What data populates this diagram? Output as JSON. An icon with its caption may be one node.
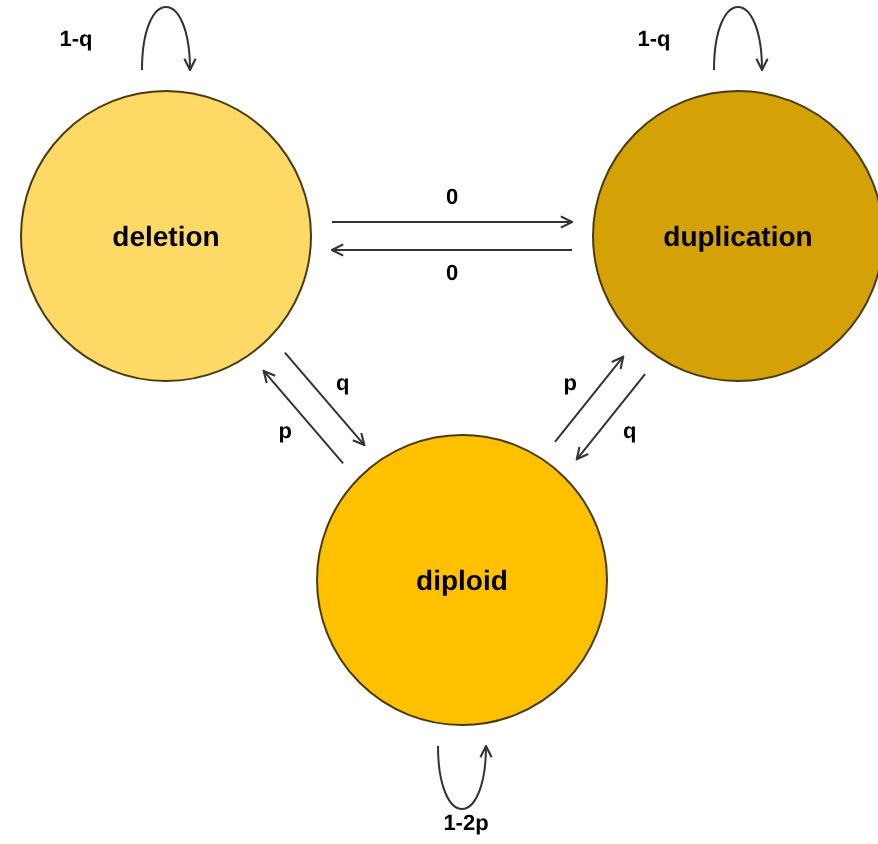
{
  "diagram": {
    "nodes": [
      {
        "text": [
          "deletion"
        ]
      },
      {
        "text": [
          "duplication"
        ]
      },
      {
        "text": [
          "diploid"
        ]
      }
    ],
    "edges": [
      {
        "from": 0,
        "to": 0,
        "arrow": "to",
        "label": "1-q"
      },
      {
        "from": 1,
        "to": 1,
        "arrow": "to",
        "label": "1-q"
      },
      {
        "from": 0,
        "to": 1,
        "arrow": "to",
        "label": "0"
      },
      {
        "from": 1,
        "to": 0,
        "arrow": "to",
        "label": "0"
      },
      {
        "from": 0,
        "to": 2,
        "arrow": "to",
        "label": "q"
      },
      {
        "from": 2,
        "to": 0,
        "arrow": "to",
        "label": "p"
      },
      {
        "from": 1,
        "to": 2,
        "arrow": "to",
        "label": "q"
      },
      {
        "from": 2,
        "to": 1,
        "arrow": "to",
        "label": "p"
      },
      {
        "from": 2,
        "to": 2,
        "arrow": "to",
        "label": "1-2p"
      }
    ]
  }
}
